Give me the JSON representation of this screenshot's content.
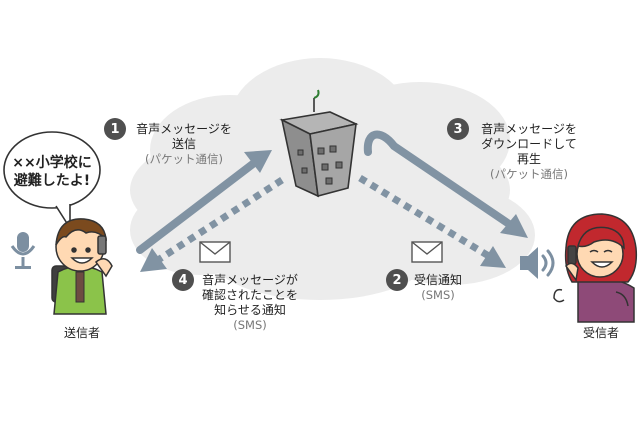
{
  "speech_bubble": {
    "line1": "××小学校に",
    "line2": "避難したよ!"
  },
  "sender": {
    "label": "送信者"
  },
  "receiver": {
    "label": "受信者"
  },
  "steps": [
    {
      "number": "1",
      "line1": "音声メッセージを",
      "line2": "送信",
      "sub": "(パケット通信)"
    },
    {
      "number": "2",
      "line1": "受信通知",
      "sub": "(SMS)"
    },
    {
      "number": "3",
      "line1": "音声メッセージを",
      "line2": "ダウンロードして",
      "line3": "再生",
      "sub": "(パケット通信)"
    },
    {
      "number": "4",
      "line1": "音声メッセージが",
      "line2": "確認されたことを",
      "line3": "知らせる通知",
      "sub": "(SMS)"
    }
  ],
  "colors": {
    "arrow": "#8193a3",
    "cloud": "#ececec",
    "badge": "#4f4f4f",
    "mic": "#7c8fa1"
  },
  "icons": [
    "microphone-icon",
    "envelope-icon",
    "speaker-icon",
    "server-building-icon",
    "cloud-icon"
  ]
}
